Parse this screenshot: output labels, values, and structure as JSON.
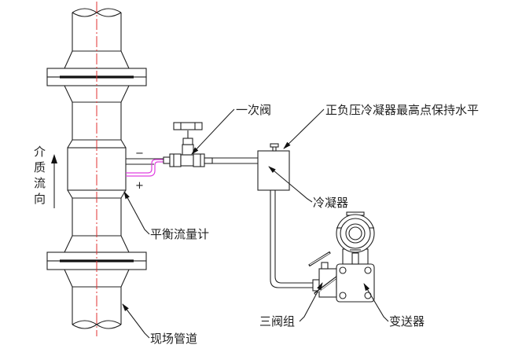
{
  "diagram": {
    "title": "平衡流量计 安装示意图",
    "labels": {
      "primary_valve": "一次阀",
      "condenser_note": "正负压冷凝器最高点保持水平",
      "condenser": "冷凝器",
      "flowmeter": "平衡流量计",
      "pipeline": "现场管道",
      "manifold": "三阀组",
      "transmitter": "变送器",
      "flow_direction": [
        "介",
        "质",
        "流",
        "向"
      ],
      "minus": "−",
      "plus": "+"
    },
    "colors": {
      "line": "#222222",
      "centerline": "#e03030",
      "impulse_line": "#e040e0"
    }
  }
}
